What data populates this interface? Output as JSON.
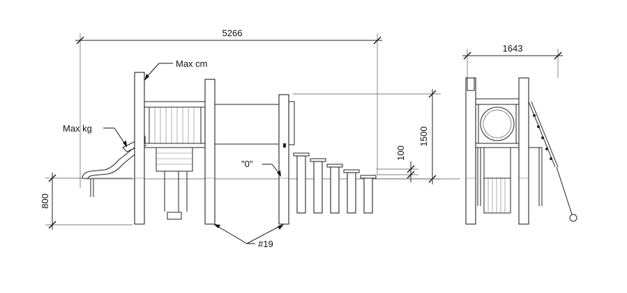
{
  "labels": {
    "dim_width_main": "5266",
    "dim_width_side": "1643",
    "dim_height_platform": "800",
    "dim_height_bar": "1500",
    "dim_height_step": "100",
    "max_cm": "Max cm",
    "max_kg": "Max kg",
    "zero_ref": "\"0\"",
    "post_ref": "#19"
  }
}
